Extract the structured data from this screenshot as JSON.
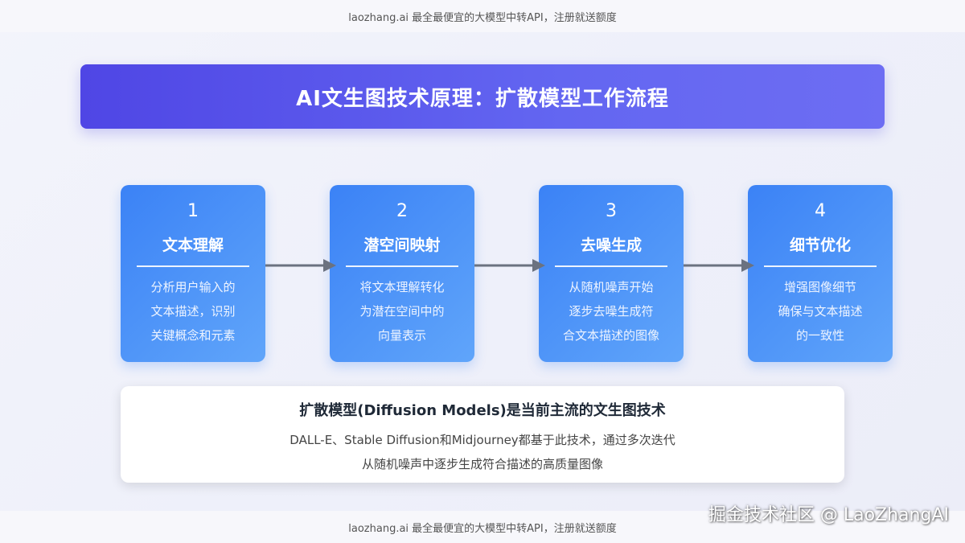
{
  "header": {
    "text": "laozhang.ai 最全最便宜的大模型中转API，注册就送额度"
  },
  "footer": {
    "text": "laozhang.ai 最全最便宜的大模型中转API，注册就送额度"
  },
  "title": "AI文生图技术原理：扩散模型工作流程",
  "steps": [
    {
      "number": "1",
      "title": "文本理解",
      "desc": [
        "分析用户输入的",
        "文本描述，识别",
        "关键概念和元素"
      ]
    },
    {
      "number": "2",
      "title": "潜空间映射",
      "desc": [
        "将文本理解转化",
        "为潜在空间中的",
        "向量表示"
      ]
    },
    {
      "number": "3",
      "title": "去噪生成",
      "desc": [
        "从随机噪声开始",
        "逐步去噪生成符",
        "合文本描述的图像"
      ]
    },
    {
      "number": "4",
      "title": "细节优化",
      "desc": [
        "增强图像细节",
        "确保与文本描述",
        "的一致性"
      ]
    }
  ],
  "summary": {
    "title": "扩散模型(Diffusion Models)是当前主流的文生图技术",
    "line1": "DALL-E、Stable Diffusion和Midjourney都基于此技术，通过多次迭代",
    "line2": "从随机噪声中逐步生成符合描述的高质量图像"
  },
  "watermark": "掘金技术社区 @ LaoZhangAI",
  "colors": {
    "banner": "#4f46e5",
    "card": "#3b82f6",
    "arrow": "#6b7280"
  }
}
